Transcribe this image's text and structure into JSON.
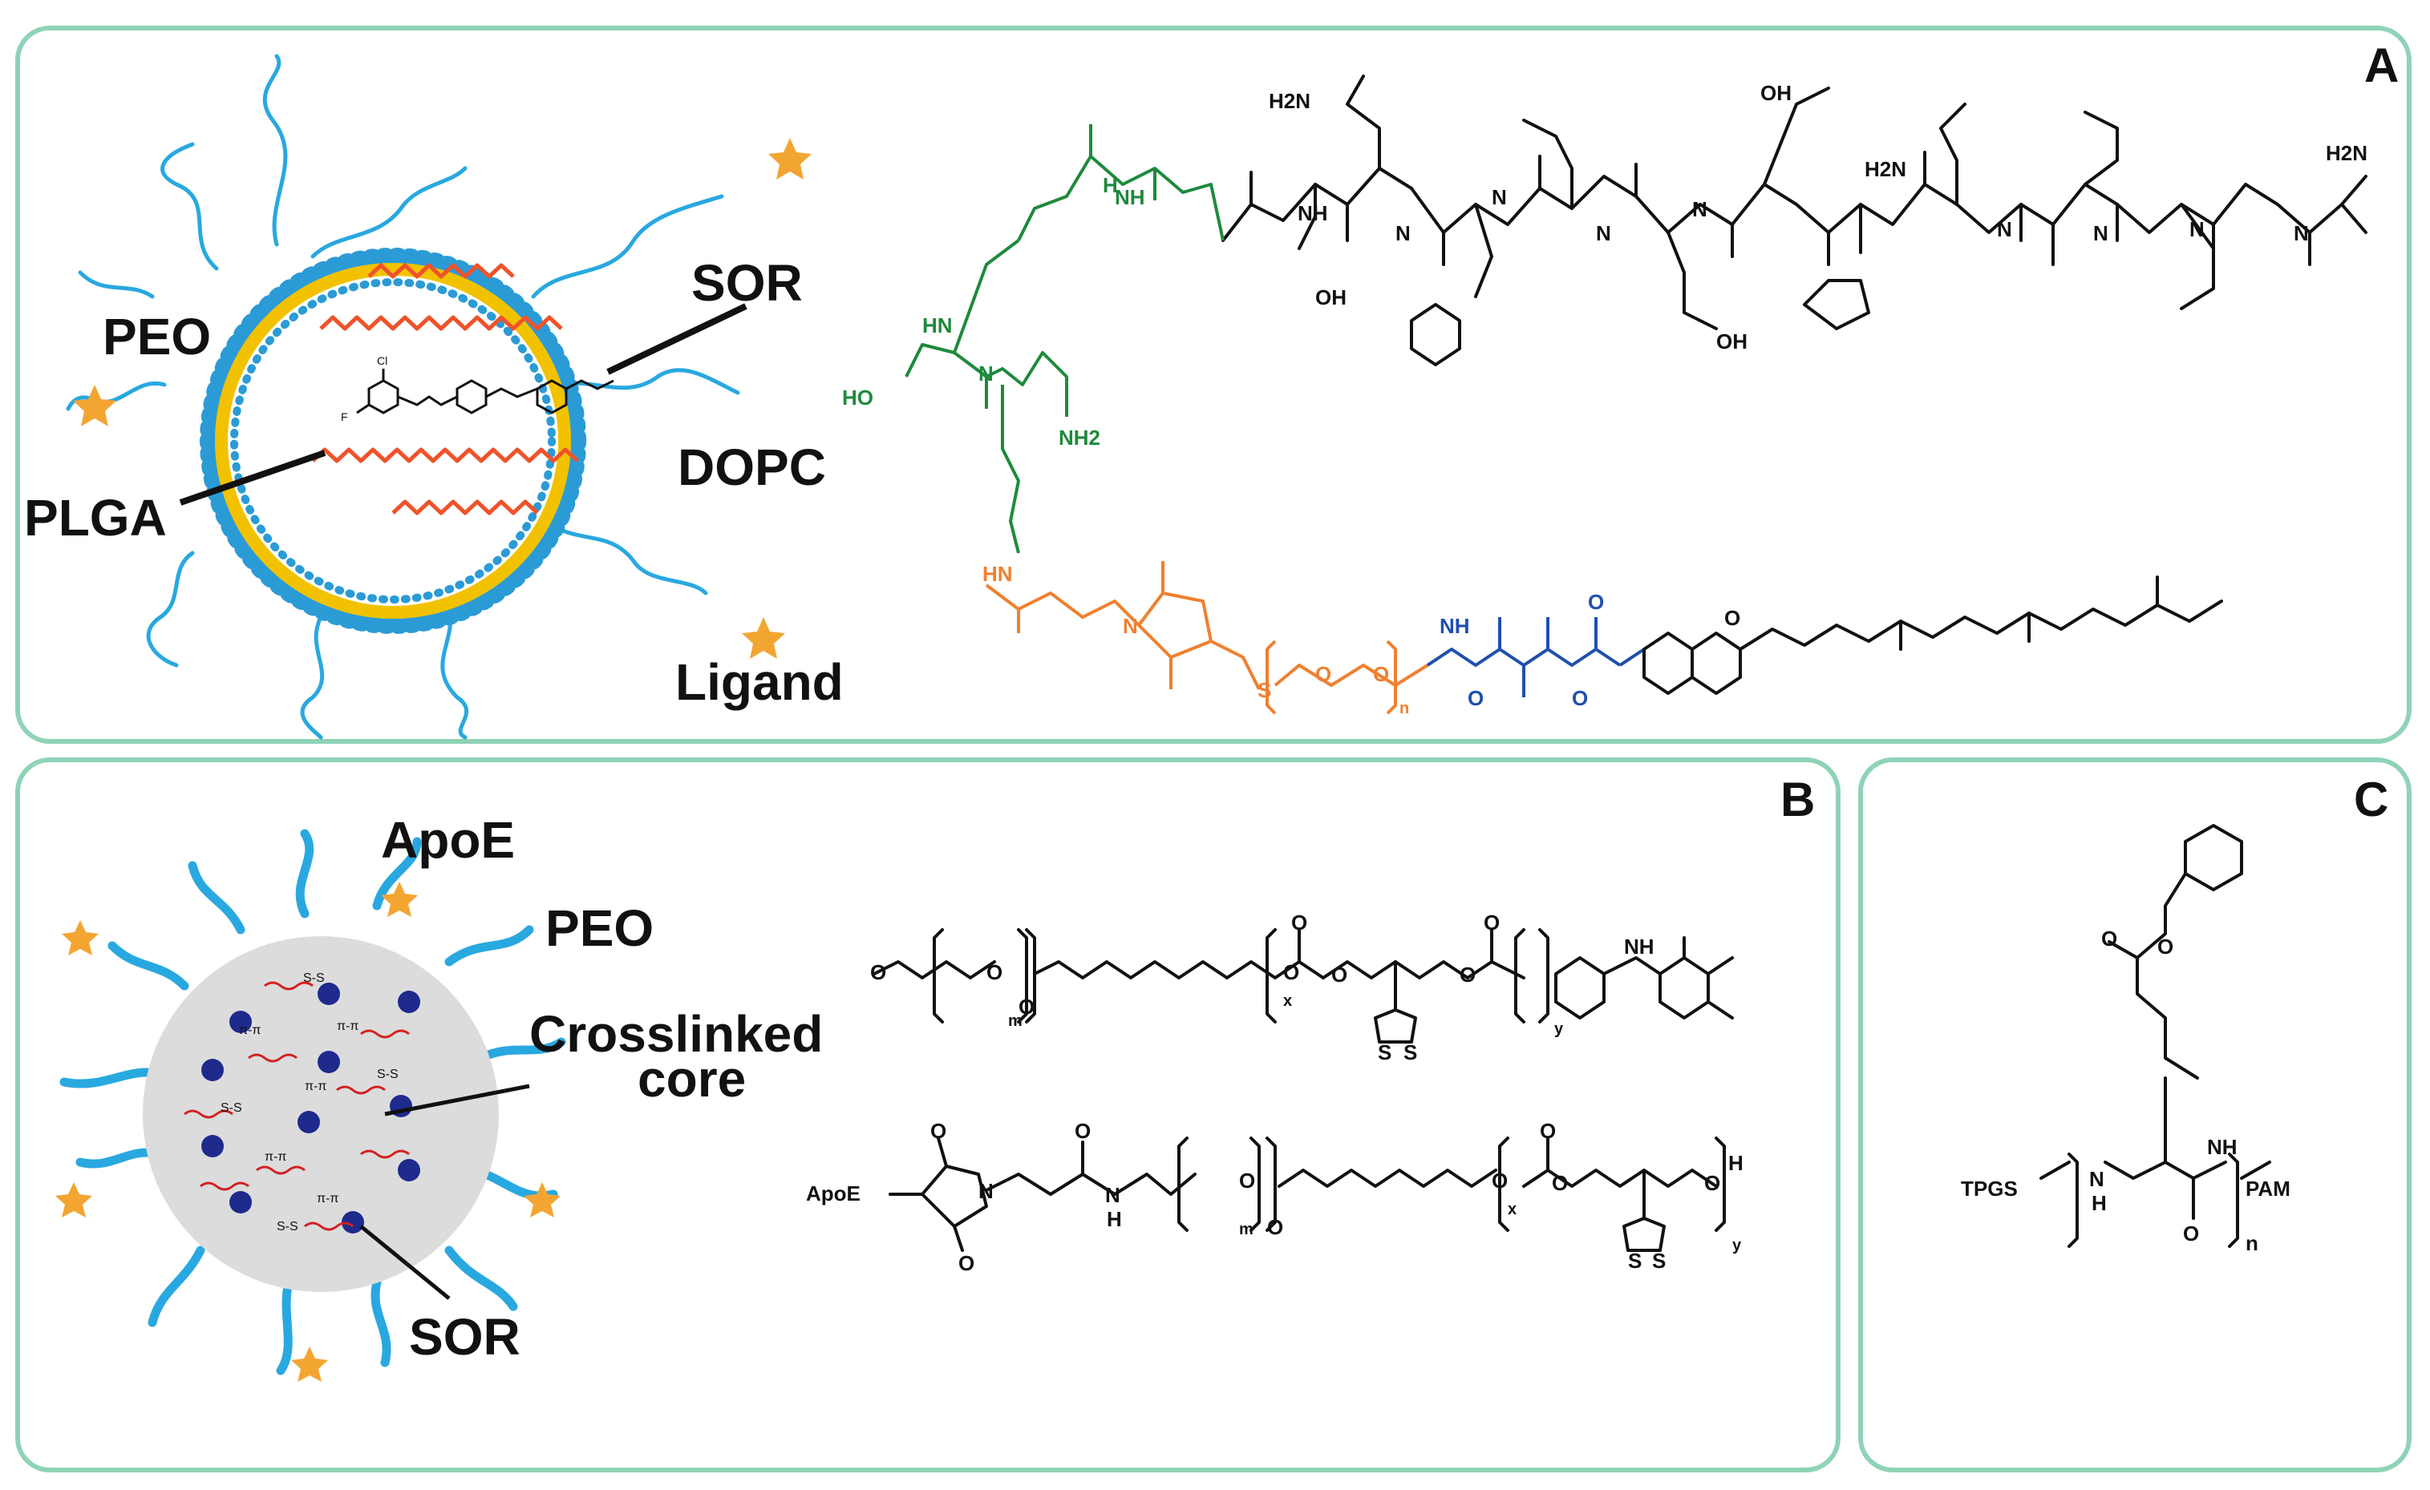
{
  "panels": {
    "a": {
      "letter": "A"
    },
    "b": {
      "letter": "B"
    },
    "c": {
      "letter": "C"
    }
  },
  "panel_a": {
    "labels": {
      "peo": "PEO",
      "plga": "PLGA",
      "sor": "SOR",
      "dopc": "DOPC",
      "ligand": "Ligand"
    },
    "chem_text": {
      "h2n_top": "H2N",
      "oh_top": "OH",
      "h2n_mid": "H2N",
      "h2n_right": "H2N",
      "nh": "NH",
      "n_h": "N",
      "h": "H",
      "o": "O",
      "ho": "HO",
      "nh2": "NH2",
      "hn": "HN",
      "oh": "OH",
      "s": "S",
      "n_sub": "n"
    },
    "colors": {
      "green": "#1e8a3c",
      "orange": "#f08030",
      "blue": "#1f4fae",
      "shell": "#2b9bd6",
      "lipid": "#f2c200",
      "plga": "#f0522a",
      "ligand_star": "#f3a532",
      "peo": "#29a8e0"
    }
  },
  "panel_b": {
    "labels": {
      "apoe": "ApoE",
      "peo": "PEO",
      "crosslinked": "Crosslinked",
      "core": "core",
      "sor": "SOR"
    },
    "core_text": {
      "ss": "S-S",
      "pipi": "π-π"
    },
    "chem_text": {
      "o": "O",
      "s": "S",
      "m": "m",
      "x": "x",
      "y": "y",
      "nh": "NH",
      "h": "H",
      "n": "N",
      "apoe": "ApoE"
    },
    "colors": {
      "core": "#dcdcdc",
      "drug": "#1e2a8c",
      "strand": "#d42020",
      "peo": "#29a8e0",
      "star": "#f3a532"
    }
  },
  "panel_c": {
    "chem_text": {
      "tpgs": "TPGS",
      "pam": "PAM",
      "nh": "NH",
      "h": "H",
      "n": "N",
      "o": "O",
      "n_sub": "n"
    }
  },
  "frame_color": "#8fd3b6"
}
